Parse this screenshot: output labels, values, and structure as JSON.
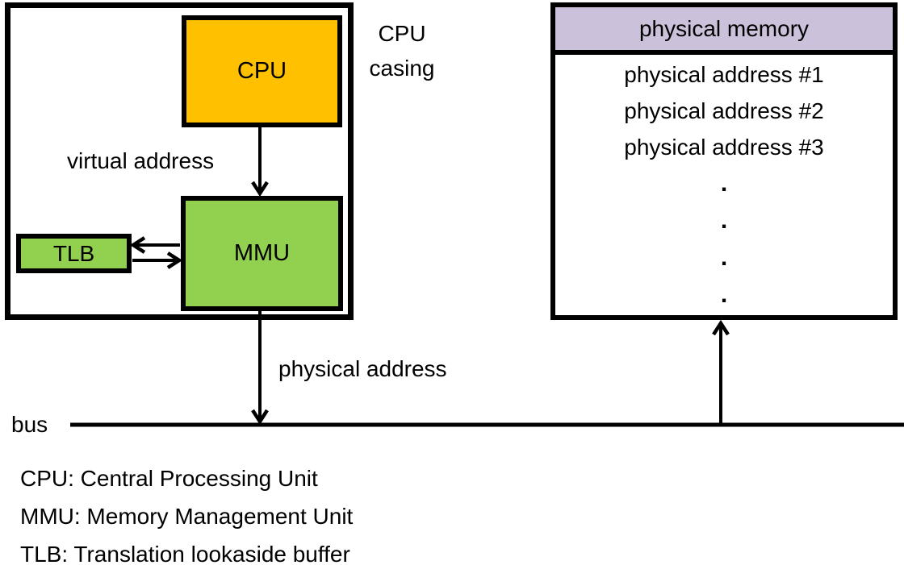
{
  "colors": {
    "cpu_fill": "#FFC000",
    "mmu_fill": "#92D050",
    "tlb_fill": "#92D050",
    "memory_header_fill": "#CCC1DA",
    "stroke": "#000000"
  },
  "cpu_casing": {
    "label": "CPU casing"
  },
  "blocks": {
    "cpu_label": "CPU",
    "mmu_label": "MMU",
    "tlb_label": "TLB"
  },
  "memory": {
    "header": "physical memory",
    "rows": [
      "physical address #1",
      "physical address #2",
      "physical address #3"
    ],
    "dots": [
      ".",
      ".",
      ".",
      "."
    ]
  },
  "labels": {
    "virtual_address": "virtual address",
    "physical_address": "physical address",
    "bus": "bus"
  },
  "legend": {
    "lines": [
      "CPU: Central Processing Unit",
      "MMU: Memory Management Unit",
      "TLB: Translation lookaside buffer"
    ]
  }
}
